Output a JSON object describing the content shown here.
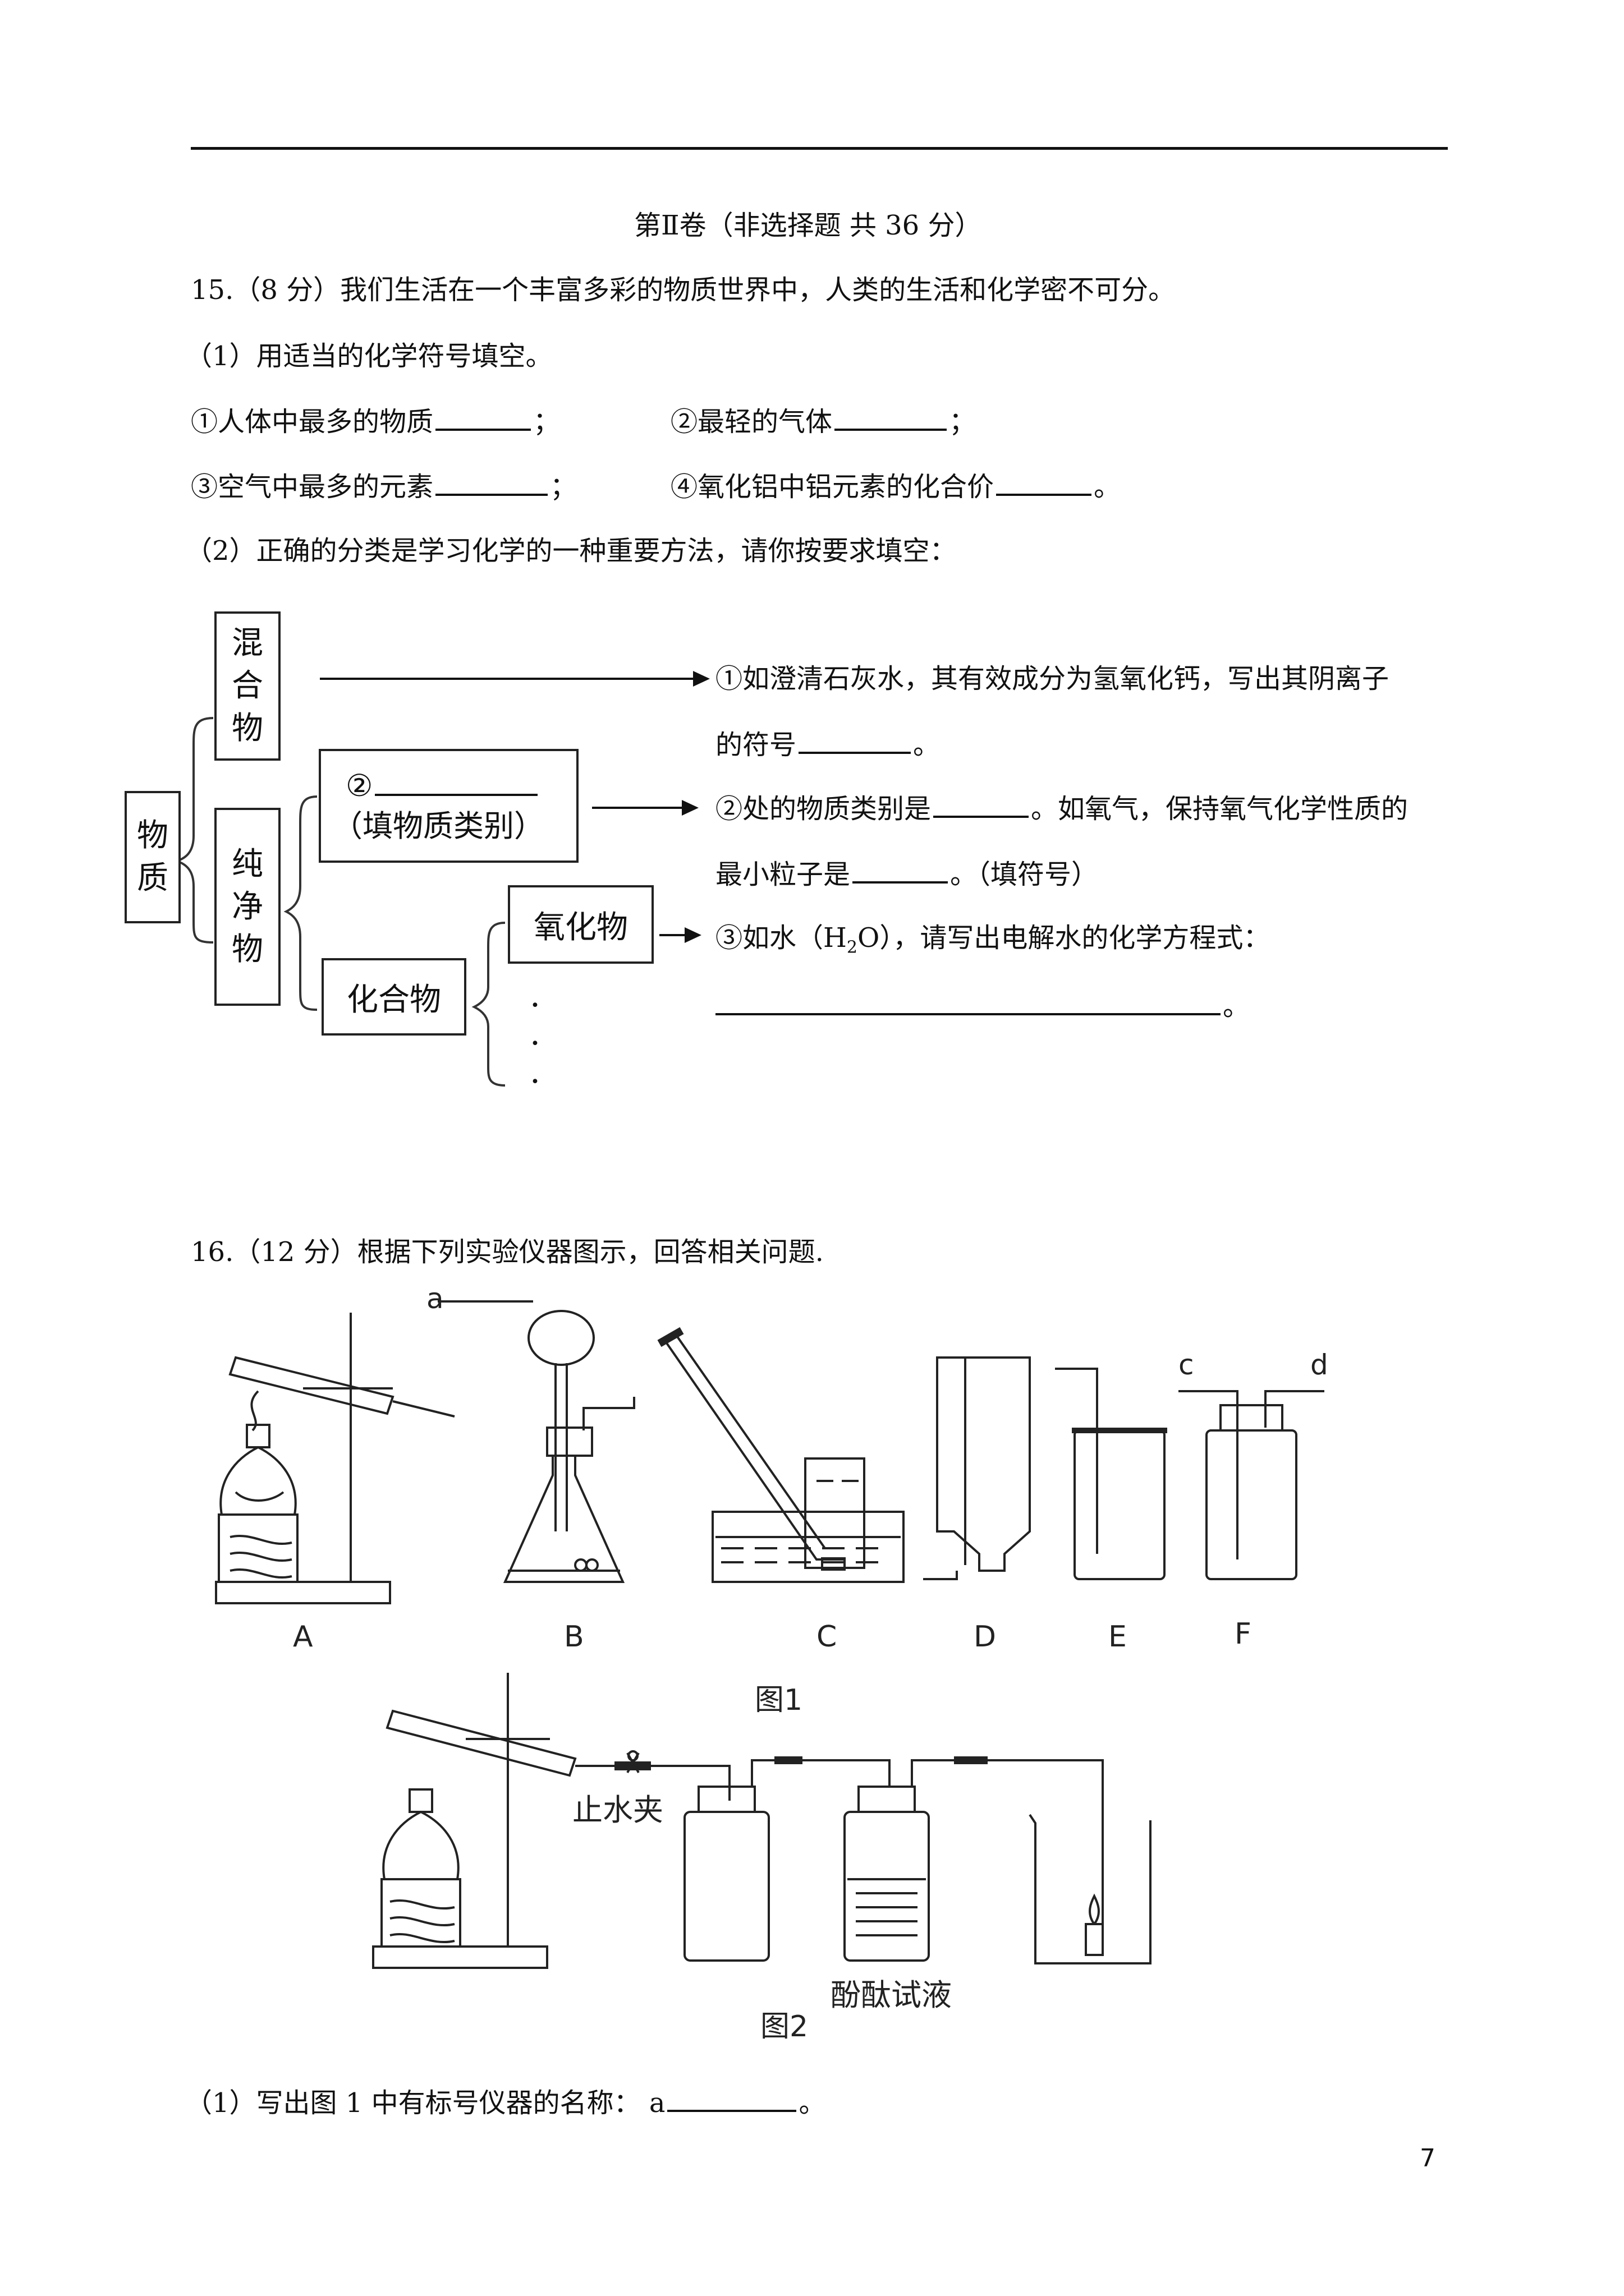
{
  "section_title": "第Ⅱ卷（非选择题 共 36 分）",
  "q15": {
    "intro": "15.（8 分）我们生活在一个丰富多彩的物质世界中，人类的生活和化学密不可分。",
    "part1": "（1）用适当的化学符号填空。",
    "item1": "①人体中最多的物质",
    "item2": "②最轻的气体",
    "item3": "③空气中最多的元素",
    "item4": "④氧化铝中铝元素的化合价",
    "sep_semicolon": "；",
    "sep_period": "。",
    "part2": "（2）正确的分类是学习化学的一种重要方法，请你按要求填空："
  },
  "diagram": {
    "root": "物质",
    "mixture": "混合物",
    "pure": "纯净物",
    "blank_num": "②",
    "fill_type": "（填物质类别）",
    "compound": "化合物",
    "oxide": "氧化物",
    "dots": [
      "·",
      "·",
      "·"
    ],
    "r1_line1": "①如澄清石灰水，其有效成分为氢氧化钙，写出其阴离子",
    "r1_line2_a": "的符号",
    "r1_line2_b": "。",
    "r2_line1_a": "②处的物质类别是",
    "r2_line1_b": "。如氧气，保持氧气化学性质的",
    "r2_line2_a": "最小粒子是",
    "r2_line2_b": "。（填符号）",
    "r3_line1_a": "③如水（H",
    "r3_line1_sub": "2",
    "r3_line1_b": "O），请写出电解水的化学方程式：",
    "r3_line2_end": "。"
  },
  "q16": {
    "intro": "16.（12 分）根据下列实验仪器图示，回答相关问题.",
    "fig1_labels": [
      "A",
      "B",
      "C",
      "D",
      "E",
      "F"
    ],
    "label_a": "a",
    "label_c": "c",
    "label_d": "d",
    "fig1_caption": "图1",
    "clamp_label": "止水夹",
    "phenol_label": "酚酞试液",
    "fig2_caption": "图2",
    "part1_a": "（1）写出图 1 中有标号仪器的名称：  a",
    "part1_b": "。"
  },
  "page_number": "7"
}
